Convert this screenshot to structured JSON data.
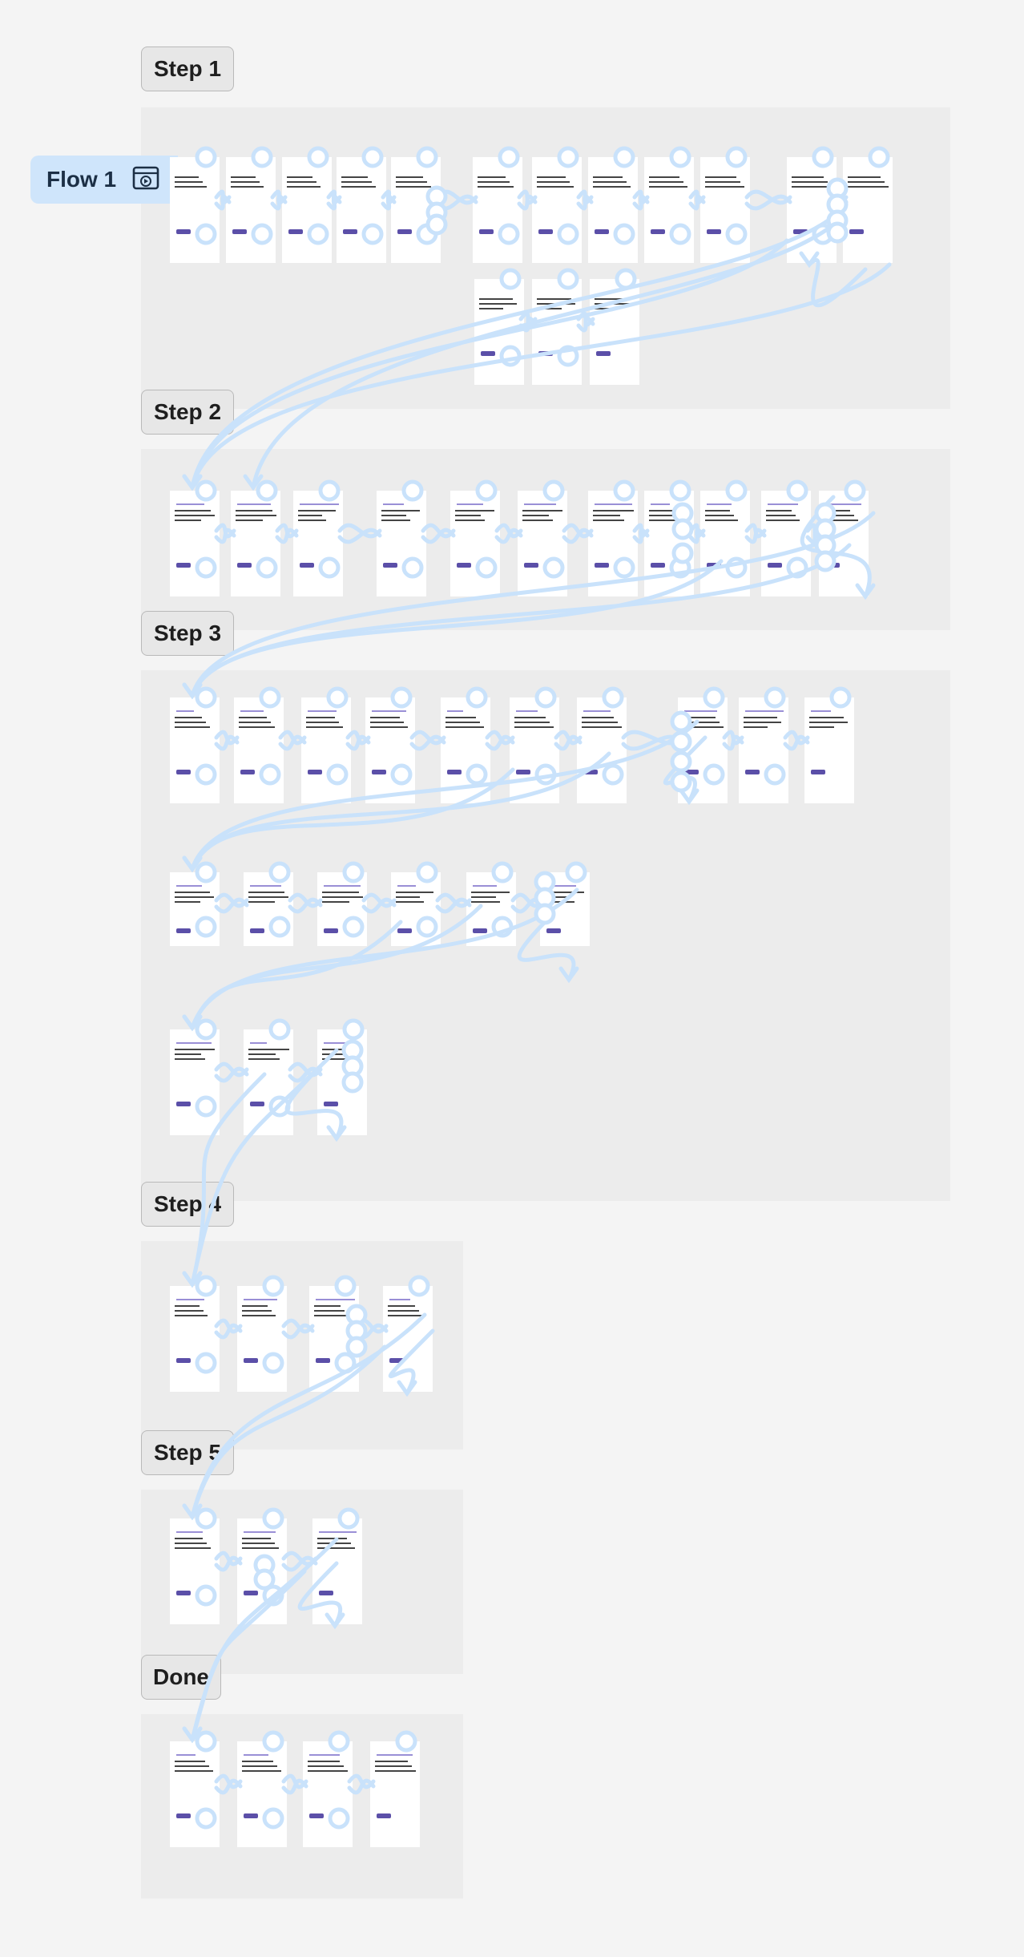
{
  "flow": {
    "label": "Flow 1",
    "icon": "flow-play-icon"
  },
  "steps": [
    {
      "label": "Step 1"
    },
    {
      "label": "Step 2"
    },
    {
      "label": "Step 3"
    },
    {
      "label": "Step 4"
    },
    {
      "label": "Step 5"
    },
    {
      "label": "Done"
    }
  ],
  "colors": {
    "canvas": "#f4f4f4",
    "section": "#ececec",
    "connector": "#c9e2fb",
    "accent": "#5b4fa8",
    "flow_tag": "#cfe5fb"
  }
}
